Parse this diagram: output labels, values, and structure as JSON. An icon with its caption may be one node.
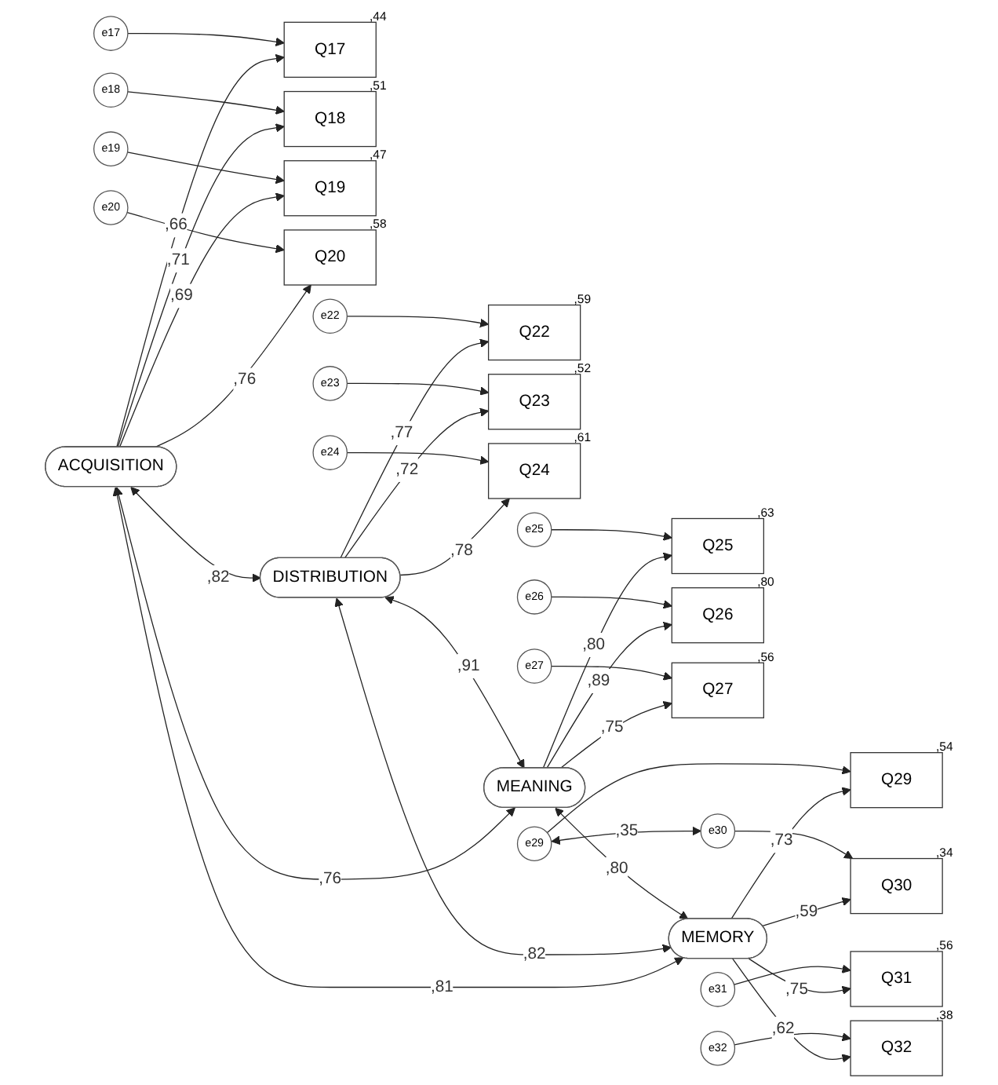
{
  "diagram": {
    "nodes": [
      {
        "text": [
          "e17"
        ]
      },
      {
        "text": [
          "Q17"
        ],
        "beside": [
          ",44"
        ]
      },
      {
        "text": [
          "e18"
        ]
      },
      {
        "text": [
          "Q18"
        ],
        "beside": [
          ",51"
        ]
      },
      {
        "text": [
          "ACQUISITION"
        ]
      },
      {
        "text": [
          "e19"
        ]
      },
      {
        "text": [
          "Q19"
        ],
        "beside": [
          ",47"
        ]
      },
      {
        "text": [
          "e20"
        ]
      },
      {
        "text": [
          "Q20"
        ],
        "beside": [
          ",58"
        ]
      },
      {
        "text": [
          "e22"
        ]
      },
      {
        "text": [
          "Q22"
        ],
        "beside": [
          ",59"
        ]
      },
      {
        "text": [
          "e23"
        ]
      },
      {
        "text": [
          "Q23"
        ],
        "beside": [
          ",52"
        ]
      },
      {
        "text": [
          "DISTRIBUTION"
        ]
      },
      {
        "text": [
          "e24"
        ]
      },
      {
        "text": [
          "Q24"
        ],
        "beside": [
          ",61"
        ]
      },
      {
        "text": [
          "e25"
        ]
      },
      {
        "text": [
          "Q25"
        ],
        "beside": [
          ",63"
        ]
      },
      {
        "text": [
          "e26"
        ]
      },
      {
        "text": [
          "Q26"
        ],
        "beside": [
          ",80"
        ]
      },
      {
        "text": [
          "MEANING"
        ]
      },
      {
        "text": [
          "e27"
        ]
      },
      {
        "text": [
          "Q27"
        ],
        "beside": [
          ",56"
        ]
      },
      {
        "text": [
          "e29"
        ]
      },
      {
        "text": [
          "Q29"
        ],
        "beside": [
          ",54"
        ]
      },
      {
        "text": [
          "e30"
        ]
      },
      {
        "text": [
          "Q30"
        ],
        "beside": [
          ",34"
        ]
      },
      {
        "text": [
          "MEMORY"
        ]
      },
      {
        "text": [
          "e31"
        ]
      },
      {
        "text": [
          "Q31"
        ],
        "beside": [
          ",56"
        ]
      },
      {
        "text": [
          "e32"
        ]
      },
      {
        "text": [
          "Q32"
        ],
        "beside": [
          ",38"
        ]
      }
    ],
    "edges": [
      {
        "from": 0,
        "to": 1,
        "arrow": "to"
      },
      {
        "from": 2,
        "to": 3,
        "arrow": "to"
      },
      {
        "from": 5,
        "to": 6,
        "arrow": "to"
      },
      {
        "from": 7,
        "to": 8,
        "arrow": "to"
      },
      {
        "from": 9,
        "to": 10,
        "arrow": "to"
      },
      {
        "from": 11,
        "to": 12,
        "arrow": "to"
      },
      {
        "from": 14,
        "to": 15,
        "arrow": "to"
      },
      {
        "from": 16,
        "to": 17,
        "arrow": "to"
      },
      {
        "from": 18,
        "to": 19,
        "arrow": "to"
      },
      {
        "from": 21,
        "to": 22,
        "arrow": "to"
      },
      {
        "from": 23,
        "to": 24,
        "arrow": "to"
      },
      {
        "from": 25,
        "to": 26,
        "arrow": "to"
      },
      {
        "from": 28,
        "to": 29,
        "arrow": "to"
      },
      {
        "from": 30,
        "to": 31,
        "arrow": "to"
      },
      {
        "from": 23,
        "to": 25,
        "arrow": "both",
        "label": ",35"
      },
      {
        "from": 4,
        "to": 1,
        "arrow": "to",
        "label": ",66"
      },
      {
        "from": 4,
        "to": 3,
        "arrow": "to",
        "label": ",71"
      },
      {
        "from": 4,
        "to": 6,
        "arrow": "to",
        "label": ",69"
      },
      {
        "from": 4,
        "to": 8,
        "arrow": "to",
        "label": ",76"
      },
      {
        "from": 13,
        "to": 10,
        "arrow": "to",
        "label": ",77"
      },
      {
        "from": 13,
        "to": 12,
        "arrow": "to",
        "label": ",72"
      },
      {
        "from": 13,
        "to": 15,
        "arrow": "to",
        "label": ",78"
      },
      {
        "from": 20,
        "to": 17,
        "arrow": "to",
        "label": ",80"
      },
      {
        "from": 20,
        "to": 19,
        "arrow": "to",
        "label": ",89"
      },
      {
        "from": 20,
        "to": 22,
        "arrow": "to",
        "label": ",75"
      },
      {
        "from": 27,
        "to": 24,
        "arrow": "to",
        "label": ",73"
      },
      {
        "from": 27,
        "to": 26,
        "arrow": "to",
        "label": ",59"
      },
      {
        "from": 27,
        "to": 29,
        "arrow": "to",
        "label": ",75"
      },
      {
        "from": 27,
        "to": 31,
        "arrow": "to",
        "label": ",62"
      },
      {
        "from": 4,
        "to": 13,
        "arrow": "both",
        "label": ",82"
      },
      {
        "from": 13,
        "to": 20,
        "arrow": "both",
        "label": ",91"
      },
      {
        "from": 20,
        "to": 27,
        "arrow": "both",
        "label": ",80"
      },
      {
        "from": 4,
        "to": 20,
        "arrow": "both",
        "label": ",76"
      },
      {
        "from": 13,
        "to": 27,
        "arrow": "both",
        "label": ",82"
      },
      {
        "from": 4,
        "to": 27,
        "arrow": "both",
        "label": ",81"
      }
    ]
  }
}
